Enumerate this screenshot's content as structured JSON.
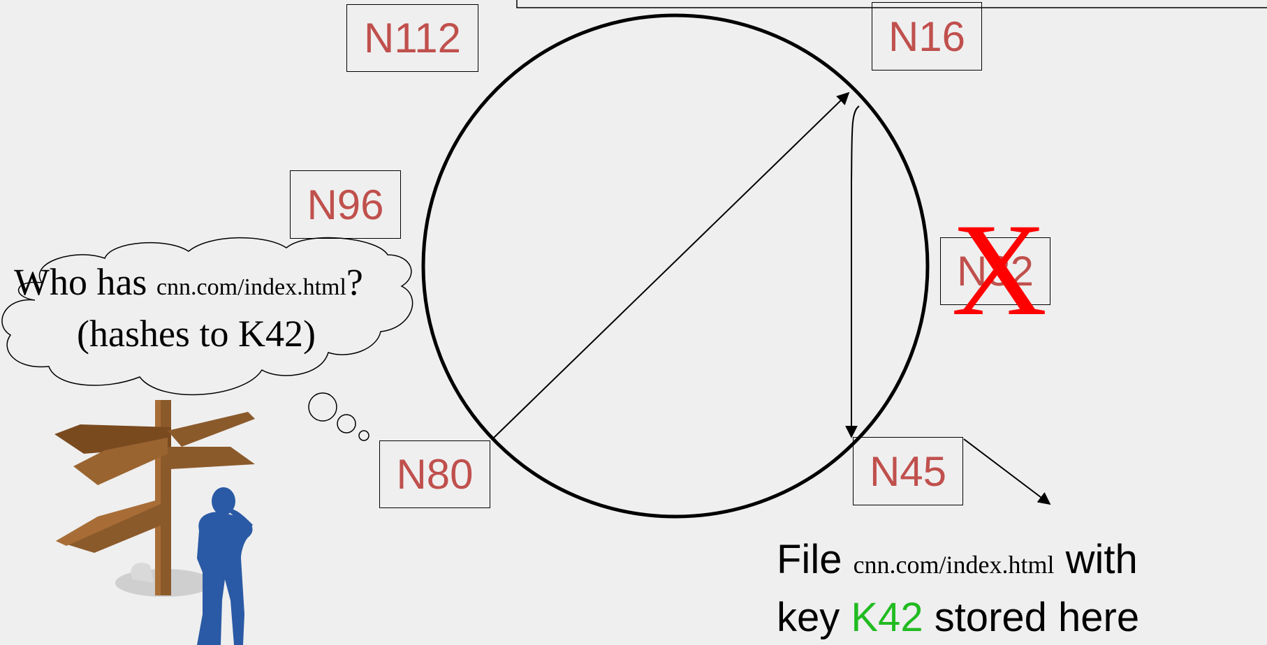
{
  "colors": {
    "background": "#efefef",
    "node_label": "#c0504d",
    "failed_mark": "#ff0000",
    "key_highlight": "#22bb22",
    "person": "#2a5aa5",
    "signpost": "#8b5a2b"
  },
  "nodes": [
    {
      "id": "N112",
      "label": "N112"
    },
    {
      "id": "N16",
      "label": "N16"
    },
    {
      "id": "N96",
      "label": "N96"
    },
    {
      "id": "N32",
      "label": "N32",
      "failed": true
    },
    {
      "id": "N80",
      "label": "N80"
    },
    {
      "id": "N45",
      "label": "N45"
    }
  ],
  "failed_mark": "X",
  "thought": {
    "line1_prefix": "Who has ",
    "line1_file": "cnn.com/index.html",
    "line1_suffix": "?",
    "line2": "(hashes to K42)"
  },
  "caption": {
    "file_word": "File ",
    "file_name": "cnn.com/index.html",
    "with_word": " with",
    "key_word": "key ",
    "key": "K42",
    "stored": " stored here"
  },
  "icons": {
    "person": "person-on-phone-icon",
    "signpost": "signpost-icon"
  }
}
